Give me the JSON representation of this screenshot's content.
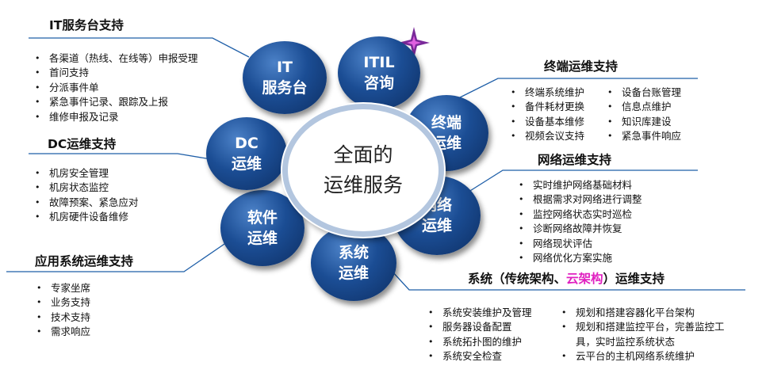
{
  "center": {
    "line1": "全面的",
    "line2": "运维服务"
  },
  "bubbles": {
    "it": {
      "line1": "IT",
      "line2": "服务台"
    },
    "itil": {
      "line1": "ITIL",
      "line2": "咨询"
    },
    "terminal": {
      "line1": "终端",
      "line2": "运维"
    },
    "network": {
      "line1": "网络",
      "line2": "运维"
    },
    "system": {
      "line1": "系统",
      "line2": "运维"
    },
    "software": {
      "line1": "软件",
      "line2": "运维"
    },
    "dc": {
      "line1": "DC",
      "line2": "运维"
    }
  },
  "sections": {
    "it_desk": {
      "title": "IT服务台支持",
      "items": [
        "各渠道（热线、在线等）申报受理",
        "首问支持",
        "分派事件单",
        "紧急事件记录、跟踪及上报",
        "维修申报及记录"
      ]
    },
    "dc": {
      "title": "DC运维支持",
      "items": [
        "机房安全管理",
        "机房状态监控",
        "故障预案、紧急应对",
        "机房硬件设备维修"
      ]
    },
    "app": {
      "title": "应用系统运维支持",
      "items": [
        "专家坐席",
        "业务支持",
        "技术支持",
        "需求响应"
      ]
    },
    "terminal": {
      "title": "终端运维支持",
      "col1": [
        "终端系统维护",
        "备件耗材更换",
        "设备基本维修",
        "视频会议支持"
      ],
      "col2": [
        "设备台账管理",
        "信息点维护",
        "知识库建设",
        "紧急事件响应"
      ]
    },
    "network": {
      "title": "网络运维支持",
      "items": [
        "实时维护网络基础材料",
        "根据需求对网络进行调整",
        "监控网络状态实时巡检",
        "诊断网络故障并恢复",
        "网络现状评估",
        "网络优化方案实施"
      ]
    },
    "system": {
      "title_pre": "系统（传统架构、",
      "title_hl": "云架构",
      "title_post": "）运维支持",
      "col1": [
        "系统安装维护及管理",
        "服务器设备配置",
        "系统拓扑图的维护",
        "系统安全检查"
      ],
      "col2": [
        "规划和搭建容器化平台架构",
        "规划和搭建监控平台，完善监控工具，实时监控系统状态",
        "云平台的主机网络系统维护"
      ]
    }
  },
  "colors": {
    "bubble_dark": "#0d2e62",
    "bubble_light": "#4c82c8",
    "ring": "#b3c6df",
    "line": "#1f5fa8",
    "highlight": "#e020c0"
  }
}
